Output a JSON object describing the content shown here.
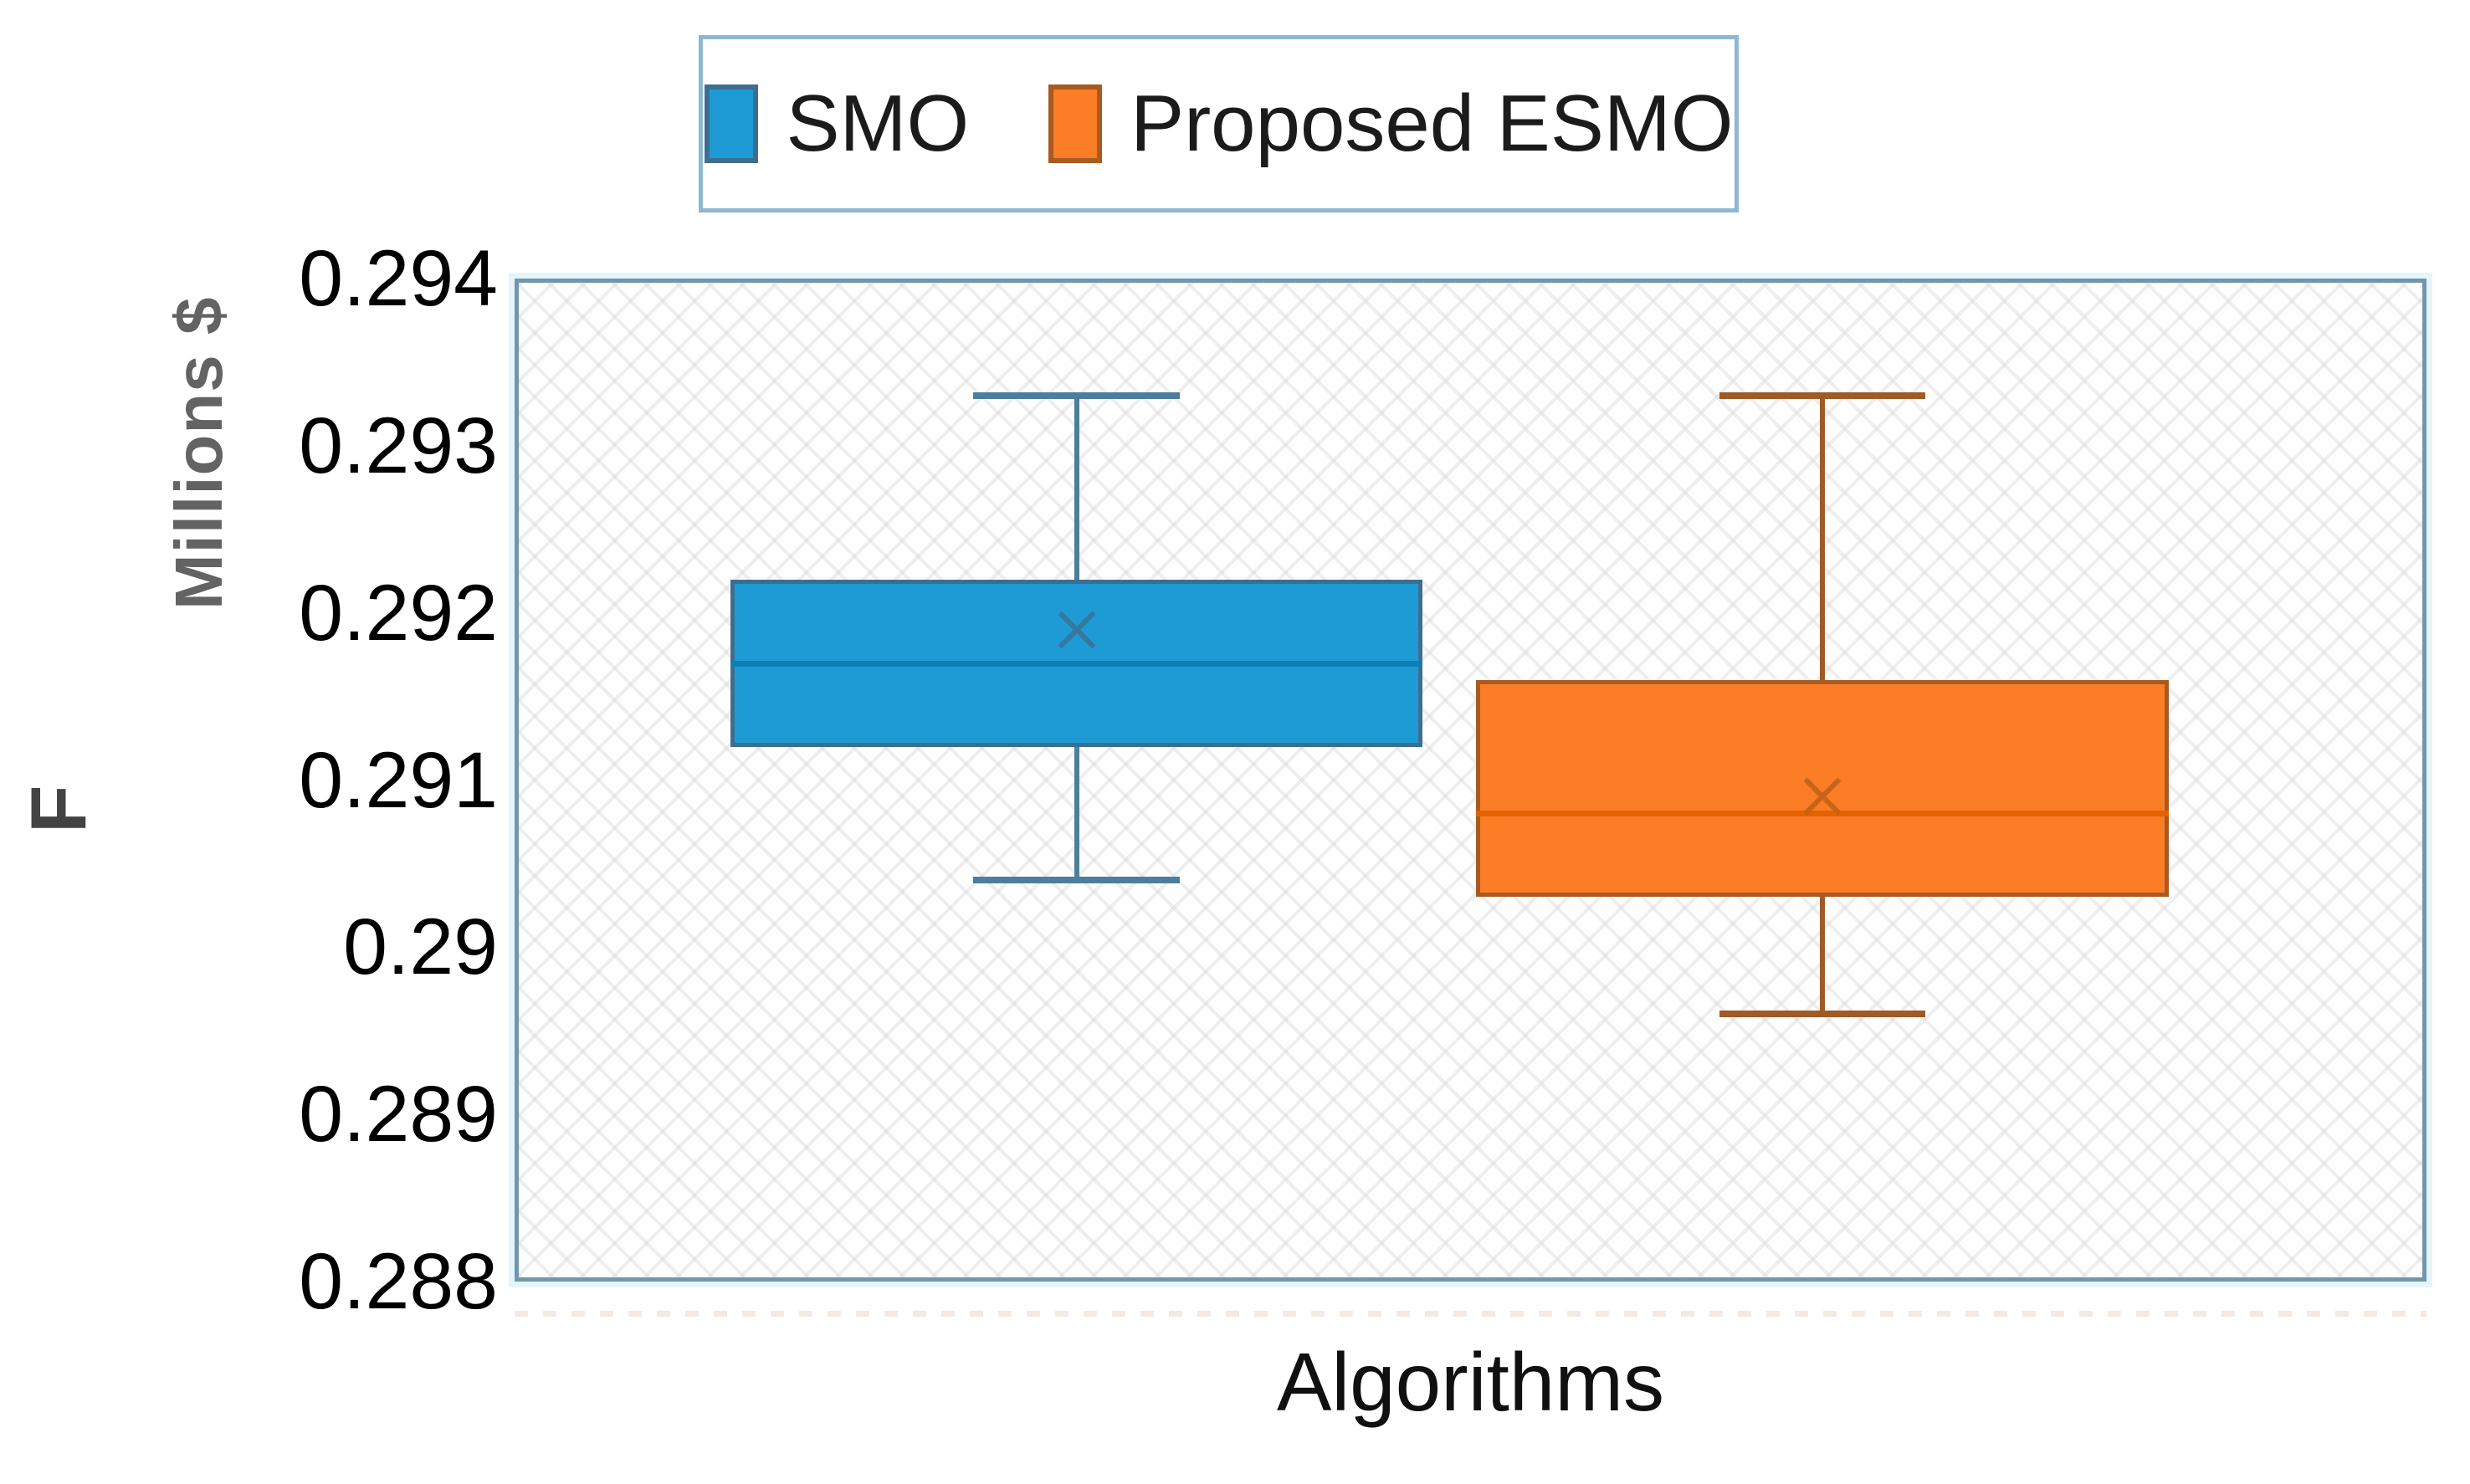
{
  "chart_data": {
    "type": "boxplot",
    "title": "",
    "xlabel": "Algorithms",
    "ylabel": "Millions $",
    "y_axis_side_label": "F",
    "ylim": [
      0.288,
      0.294
    ],
    "ytick_labels": [
      "0.294",
      "0.293",
      "0.292",
      "0.291",
      "0.29",
      "0.289",
      "0.288"
    ],
    "grid": false,
    "legend_position": "top-center",
    "plot_border_color": "#7396AE",
    "legend_border_color": "#8FB6D2",
    "plot_background": "#FEFEFE",
    "categories": [
      "SMO",
      "Proposed ESMO"
    ],
    "series": [
      {
        "name": "SMO",
        "whisker_low": 0.2904,
        "q1": 0.2912,
        "median": 0.2917,
        "mean": 0.2919,
        "q3": 0.2922,
        "whisker_high": 0.2933,
        "fill_color": "#1E9BD5",
        "edge_color": "#3D6E8F",
        "median_color": "#0C7FB8",
        "whisker_color": "#4C7E9C",
        "mean_marker_color": "#3A7396"
      },
      {
        "name": "Proposed ESMO",
        "whisker_low": 0.2896,
        "q1": 0.2903,
        "median": 0.2908,
        "mean": 0.2909,
        "q3": 0.2916,
        "whisker_high": 0.2933,
        "fill_color": "#FB7D26",
        "edge_color": "#A85A20",
        "median_color": "#E26300",
        "whisker_color": "#9E5B26",
        "mean_marker_color": "#C06018"
      }
    ]
  }
}
